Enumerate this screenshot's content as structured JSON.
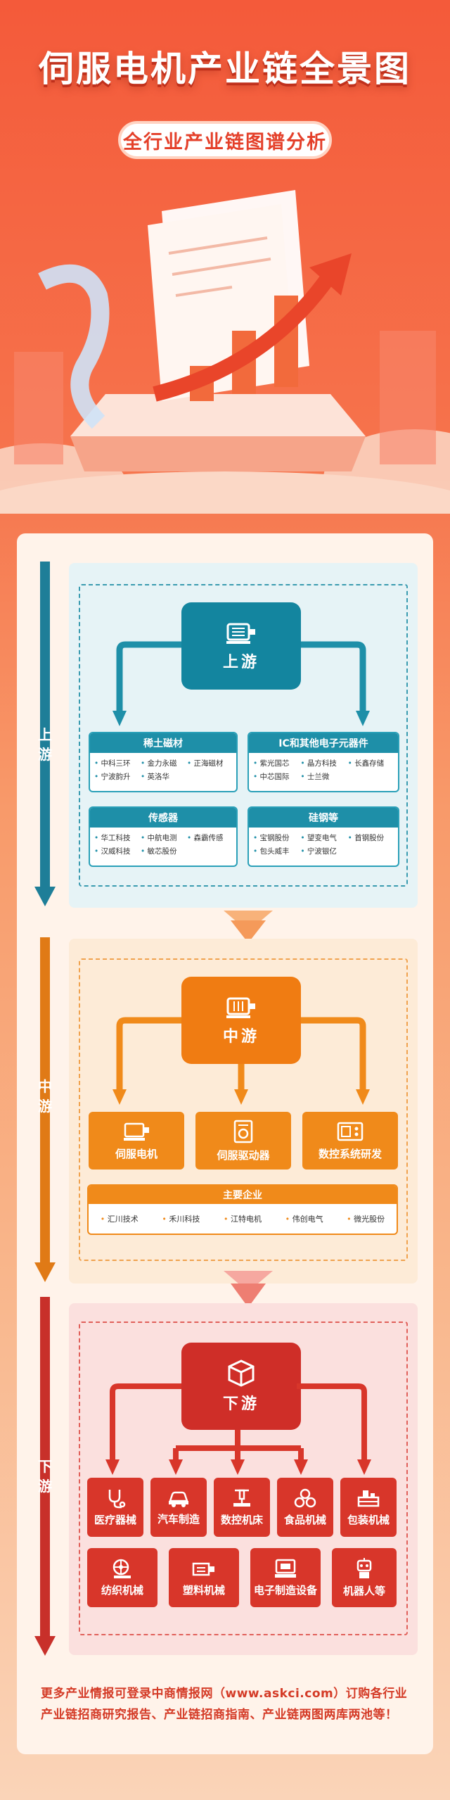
{
  "header": {
    "title": "伺服电机产业链全景图",
    "subtitle": "全行业产业链图谱分析"
  },
  "upstream": {
    "side_label": "上游",
    "hub_label": "上游",
    "categories": [
      {
        "title": "稀土磁材",
        "items": [
          "中科三环",
          "金力永磁",
          "正海磁材",
          "宁波韵升",
          "英洛华"
        ]
      },
      {
        "title": "IC和其他电子元器件",
        "items": [
          "紫光国芯",
          "晶方科技",
          "长鑫存储",
          "中芯国际",
          "士兰微"
        ]
      },
      {
        "title": "传感器",
        "items": [
          "华工科技",
          "中航电测",
          "森霸传感",
          "汉威科技",
          "敏芯股份"
        ]
      },
      {
        "title": "硅钢等",
        "items": [
          "宝钢股份",
          "望变电气",
          "首钢股份",
          "包头威丰",
          "宁波银亿"
        ]
      }
    ]
  },
  "midstream": {
    "side_label": "中游",
    "hub_label": "中游",
    "boxes": [
      "伺服电机",
      "伺服驱动器",
      "数控系统研发"
    ],
    "enterprises_title": "主要企业",
    "enterprises": [
      "汇川技术",
      "禾川科技",
      "江特电机",
      "伟创电气",
      "微光股份"
    ]
  },
  "downstream": {
    "side_label": "下游",
    "hub_label": "下游",
    "row1": [
      "医疗器械",
      "汽车制造",
      "数控机床",
      "食品机械",
      "包装机械"
    ],
    "row2": [
      "纺织机械",
      "塑料机械",
      "电子制造设备",
      "机器人等"
    ]
  },
  "footer": {
    "text": "更多产业情报可登录中商情报网（www.askci.com）订购各行业产业链招商研究报告、产业链招商指南、产业链两图两库两池等！"
  },
  "colors": {
    "upstream": "#1e8fa8",
    "midstream": "#f08a1a",
    "downstream": "#d8362a",
    "title_red": "#e4402a"
  }
}
